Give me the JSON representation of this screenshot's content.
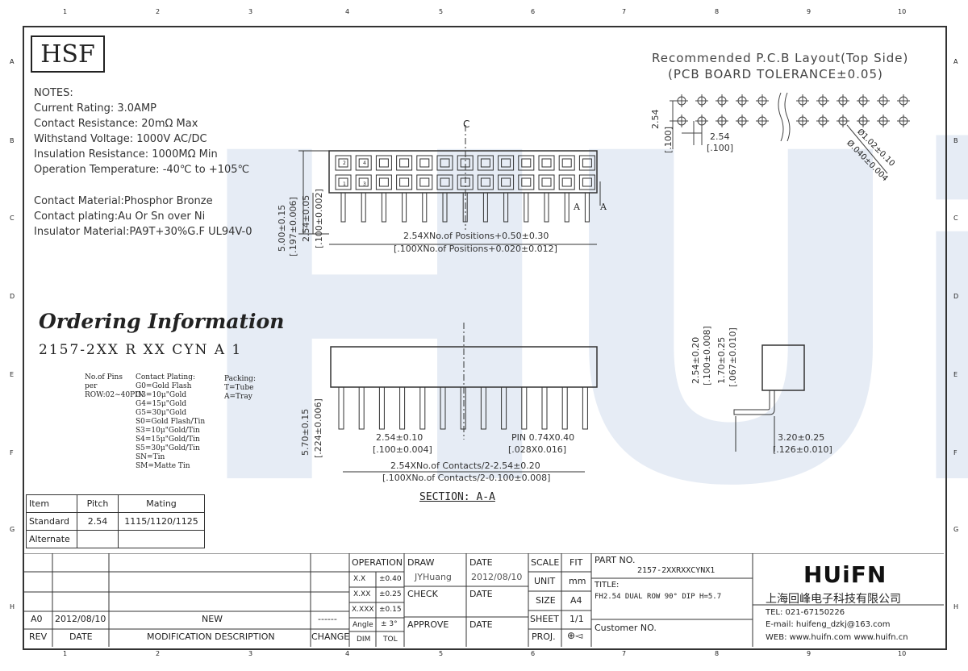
{
  "grid": {
    "cols": [
      "1",
      "2",
      "3",
      "4",
      "5",
      "6",
      "7",
      "8",
      "9",
      "10"
    ],
    "rows": [
      "A",
      "B",
      "C",
      "D",
      "E",
      "F",
      "G",
      "H"
    ]
  },
  "brand_box": "HSF",
  "notes": {
    "heading": "NOTES:",
    "lines": [
      "Current Rating: 3.0AMP",
      "Contact Resistance: 20mΩ Max",
      "Withstand Voltage: 1000V AC/DC",
      "Insulation Resistance: 1000MΩ Min",
      "Operation Temperature: -40℃ to +105℃"
    ],
    "materials": [
      "Contact Material:Phosphor Bronze",
      "Contact plating:Au Or Sn over Ni",
      "Insulator Material:PA9T+30%G.F UL94V-0"
    ]
  },
  "pcb": {
    "title1": "Recommended P.C.B Layout(Top Side)",
    "title2": "(PCB BOARD TOLERANCE±0.05)",
    "d1": "2.54",
    "d1b": "[.100]",
    "d2": "2.54",
    "d2b": "[.100]",
    "hole": "Ø1.02±0.10",
    "holeb": "Ø.040±0.004"
  },
  "front_view": {
    "centerline": "C",
    "h1": "5.00±0.15",
    "h1b": "[.197±0.006]",
    "h2": "2.54±0.05",
    "h2b": "[.100±0.002]",
    "w": "2.54XNo.of Positions+0.50±0.30",
    "wb": "[.100XNo.of Positions+0.020±0.012]",
    "sec_a": "A",
    "pin1": "1",
    "pin2": "2",
    "pin3": "3",
    "pin4": "4"
  },
  "ordering": {
    "title": "Ordering Information",
    "code": "2157-2XX R XX CYN A 1",
    "pins_label": "No.of Pins per ROW:02~40PIN",
    "plating_title": "Contact Plating:",
    "plating_options": [
      "G0=Gold Flash",
      "G3=10μ\"Gold",
      "G4=15μ\"Gold",
      "G5=30μ\"Gold",
      "S0=Gold Flash/Tin",
      "S3=10μ\"Gold/Tin",
      "S4=15μ\"Gold/Tin",
      "S5=30μ\"Gold/Tin",
      "SN=Tin",
      "SM=Matte Tin"
    ],
    "packing_title": "Packing:",
    "packing_options": [
      "T=Tube",
      "A=Tray"
    ]
  },
  "section_view": {
    "h": "5.70±0.15",
    "hb": "[.224±0.006]",
    "pitch": "2.54±0.10",
    "pitchb": "[.100±0.004]",
    "pin": "PIN 0.74X0.40",
    "pinb": "[.028X0.016]",
    "w": "2.54XNo.of Contacts/2-2.54±0.20",
    "wb": "[.100XNo.of Contacts/2-0.100±0.008]",
    "label": "SECTION: A-A"
  },
  "side_view": {
    "h1": "2.54±0.20",
    "h1b": "[.100±0.008]",
    "h2": "1.70±0.25",
    "h2b": "[.067±0.010]",
    "w": "3.20±0.25",
    "wb": "[.126±0.010]"
  },
  "mating_table": {
    "headers": [
      "Item",
      "Pitch",
      "Mating"
    ],
    "rows": [
      [
        "Standard",
        "2.54",
        "1115/1120/1125"
      ],
      [
        "Alternate",
        "",
        ""
      ]
    ]
  },
  "revision": {
    "rev": "A0",
    "date": "2012/08/10",
    "desc": "NEW",
    "change": "------",
    "h_rev": "REV",
    "h_date": "DATE",
    "h_desc": "MODIFICATION DESCRIPTION",
    "h_change": "CHANGE"
  },
  "tolerance": {
    "operation": "OPERATION",
    "rows": [
      [
        "X.X",
        "±0.40"
      ],
      [
        "X.XX",
        "±0.25"
      ],
      [
        "X.XXX",
        "±0.15"
      ],
      [
        "Angle",
        "± 3°"
      ]
    ],
    "dim": "DIM",
    "tol": "TOL"
  },
  "approvals": {
    "draw": "DRAW",
    "drawer": "JYHuang",
    "check": "CHECK",
    "approve": "APPROVE",
    "date_label": "DATE",
    "date": "2012/08/10"
  },
  "sheet": {
    "scale": "SCALE",
    "fit": "FIT",
    "unit": "UNIT",
    "mm": "mm",
    "size": "SIZE",
    "a4": "A4",
    "sheet": "SHEET",
    "one": "1/1",
    "proj": "PROJ."
  },
  "part": {
    "label": "PART NO.",
    "number": "2157-2XXRXXCYNX1",
    "title_label": "TITLE:",
    "title": "FH2.54 DUAL ROW 90° DIP H=5.7",
    "customer": "Customer NO."
  },
  "company": {
    "logo": "HUiFN",
    "name": "上海回峰电子科技有限公司",
    "tel": "TEL: 021-67150226",
    "email": "E-mail: huifeng_dzkj@163.com",
    "web": "WEB: www.huifn.com  www.huifn.cn"
  },
  "watermark": "HUiFN"
}
